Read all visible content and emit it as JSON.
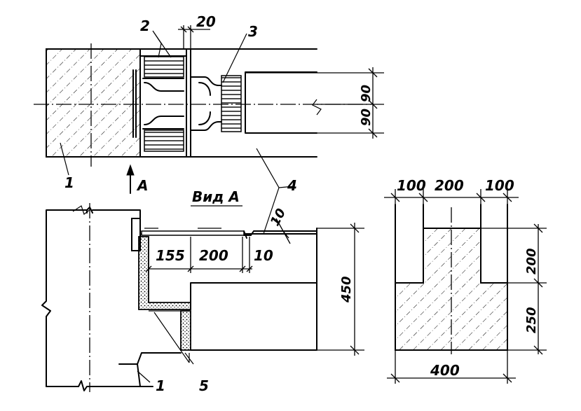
{
  "callouts": {
    "c1_plan": "1",
    "c1_section": "1",
    "c2": "2",
    "c3": "3",
    "c4": "4",
    "c5": "5"
  },
  "view": {
    "arrow_label": "A",
    "title": "Вид А"
  },
  "dimensions": {
    "plan_gap": "20",
    "plan_top": "90",
    "plan_bottom": "90",
    "sec_155": "155",
    "sec_200": "200",
    "sec_10_bottom": "10",
    "sec_10_slanted": "10",
    "sec_450": "450",
    "cs_left": "100",
    "cs_mid": "200",
    "cs_right": "100",
    "cs_upper": "200",
    "cs_lower": "250",
    "cs_width": "400"
  }
}
